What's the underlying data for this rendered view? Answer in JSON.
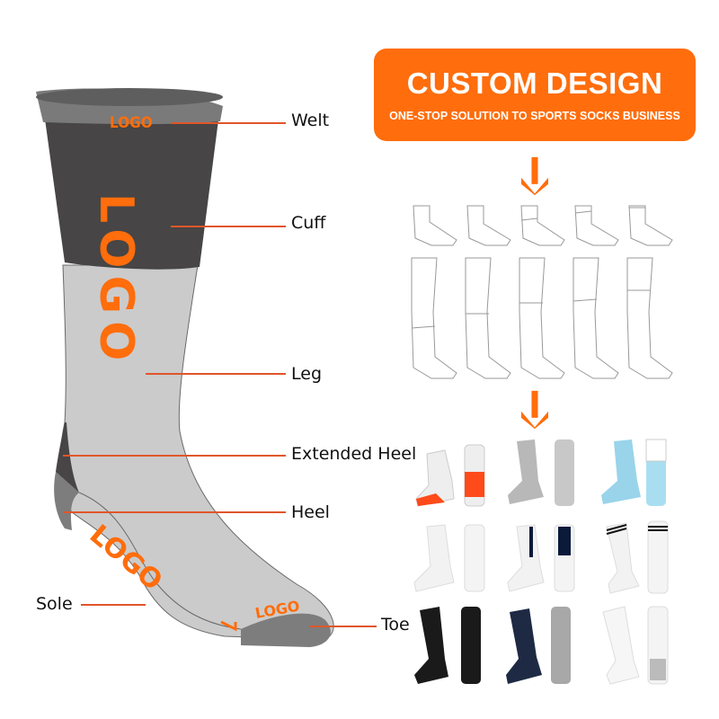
{
  "banner": {
    "title": "CUSTOM DESIGN",
    "subtitle": "ONE-STOP SOLUTION TO SPORTS SOCKS BUSINESS",
    "color": "#ff6d0c"
  },
  "sock_diagram": {
    "logo_text": "LOGO",
    "colors": {
      "welt": "#7a7a7a",
      "cuff": "#474545",
      "leg": "#cbcbcb",
      "heel": "#7d7d7d",
      "toe": "#7d7d7d",
      "logo": "#ff6d0c",
      "leader_line": "#e0562a"
    },
    "parts": [
      {
        "label": "Welt"
      },
      {
        "label": "Cuff"
      },
      {
        "label": "Leg"
      },
      {
        "label": "Extended Heel"
      },
      {
        "label": "Heel"
      },
      {
        "label": "Sole"
      },
      {
        "label": "Toe"
      }
    ]
  },
  "sketch_styles": {
    "rows": [
      {
        "name": "short-styles",
        "count": 5
      },
      {
        "name": "long-styles",
        "count": 5
      }
    ]
  },
  "product_gallery": {
    "rows": [
      [
        "orange-white-ankle",
        "grey-crew",
        "light-blue-crew"
      ],
      [
        "white-crew",
        "white-navy-stripe-crew",
        "white-black-stripe-knee"
      ],
      [
        "black-knee-stripe",
        "navy-grey-hiking",
        "white-knee-grip"
      ]
    ]
  }
}
